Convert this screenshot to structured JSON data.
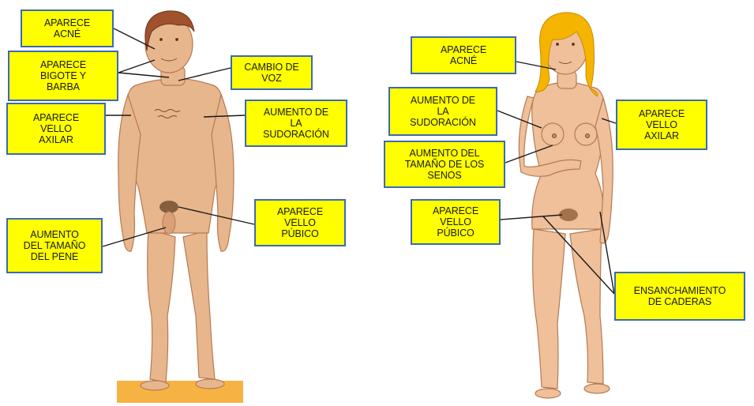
{
  "colors": {
    "label_fill": "#ffff00",
    "label_border": "#3b6ab3",
    "skin": "#e8b68c",
    "skin_shadow": "#c98e62",
    "male_hair": "#a0522d",
    "female_hair": "#f4b400",
    "ground": "#f5a623",
    "connector": "#1a1a1a"
  },
  "figures": {
    "male": {
      "labels": {
        "acne": "APARECE\nACNÉ",
        "beard": "APARECE\nBIGOTE Y\nBARBA",
        "voice": "CAMBIO DE\nVOZ",
        "sweat": "AUMENTO DE\nLA\nSUDORACIÓN",
        "axillary_hair": "APARECE\nVELLO\nAXILAR",
        "penis": "AUMENTO\nDEL TAMAÑO\nDEL PENE",
        "pubic_hair": "APARECE\nVELLO\nPÚBICO"
      }
    },
    "female": {
      "labels": {
        "acne": "APARECE\nACNÉ",
        "sweat": "AUMENTO DE\nLA\nSUDORACIÓN",
        "breasts": "AUMENTO DEL\nTAMAÑO DE LOS\nSENOS",
        "pubic_hair": "APARECE\nVELLO\nPÚBICO",
        "axillary_hair": "APARECE\nVELLO\nAXILAR",
        "hips": "ENSANCHAMIENTO\nDE CADERAS"
      }
    }
  }
}
